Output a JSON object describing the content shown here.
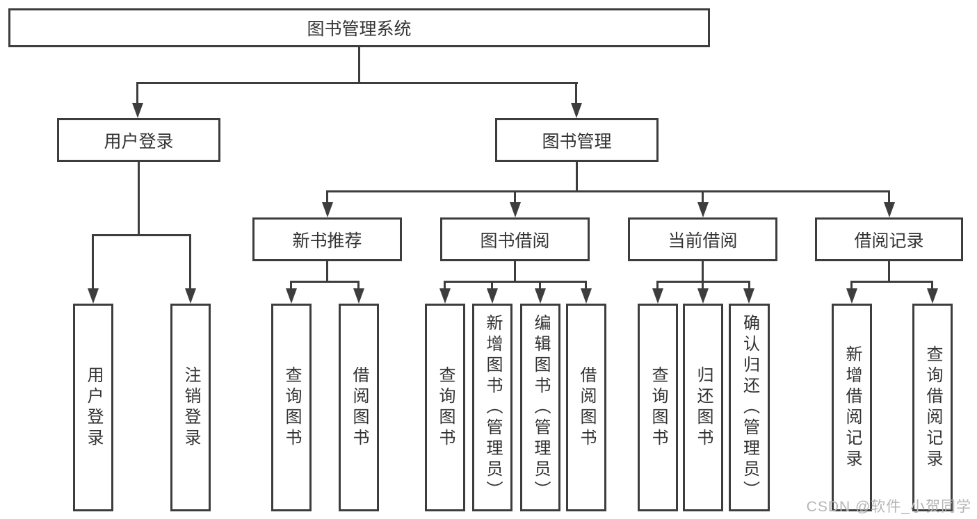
{
  "tree": {
    "root": {
      "label": "图书管理系统",
      "children": [
        {
          "label": "用户登录",
          "children": [
            {
              "label": "用户登录"
            },
            {
              "label": "注销登录"
            }
          ]
        },
        {
          "label": "图书管理",
          "children": [
            {
              "label": "新书推荐",
              "children": [
                {
                  "label": "查询图书"
                },
                {
                  "label": "借阅图书"
                }
              ]
            },
            {
              "label": "图书借阅",
              "children": [
                {
                  "label": "查询图书"
                },
                {
                  "label": "新增图书（管理员）"
                },
                {
                  "label": "编辑图书（管理员）"
                },
                {
                  "label": "借阅图书"
                }
              ]
            },
            {
              "label": "当前借阅",
              "children": [
                {
                  "label": "查询图书"
                },
                {
                  "label": "归还图书"
                },
                {
                  "label": "确认归还（管理员）"
                }
              ]
            },
            {
              "label": "借阅记录",
              "children": [
                {
                  "label": "新增借阅记录"
                },
                {
                  "label": "查询借阅记录"
                }
              ]
            }
          ]
        }
      ]
    }
  },
  "watermark": {
    "text": "CSDN @软件_小贺同学"
  },
  "colors": {
    "line": "#3d3d3d",
    "text": "#333333",
    "watermark": "#b5b5b5",
    "background": "#ffffff"
  }
}
